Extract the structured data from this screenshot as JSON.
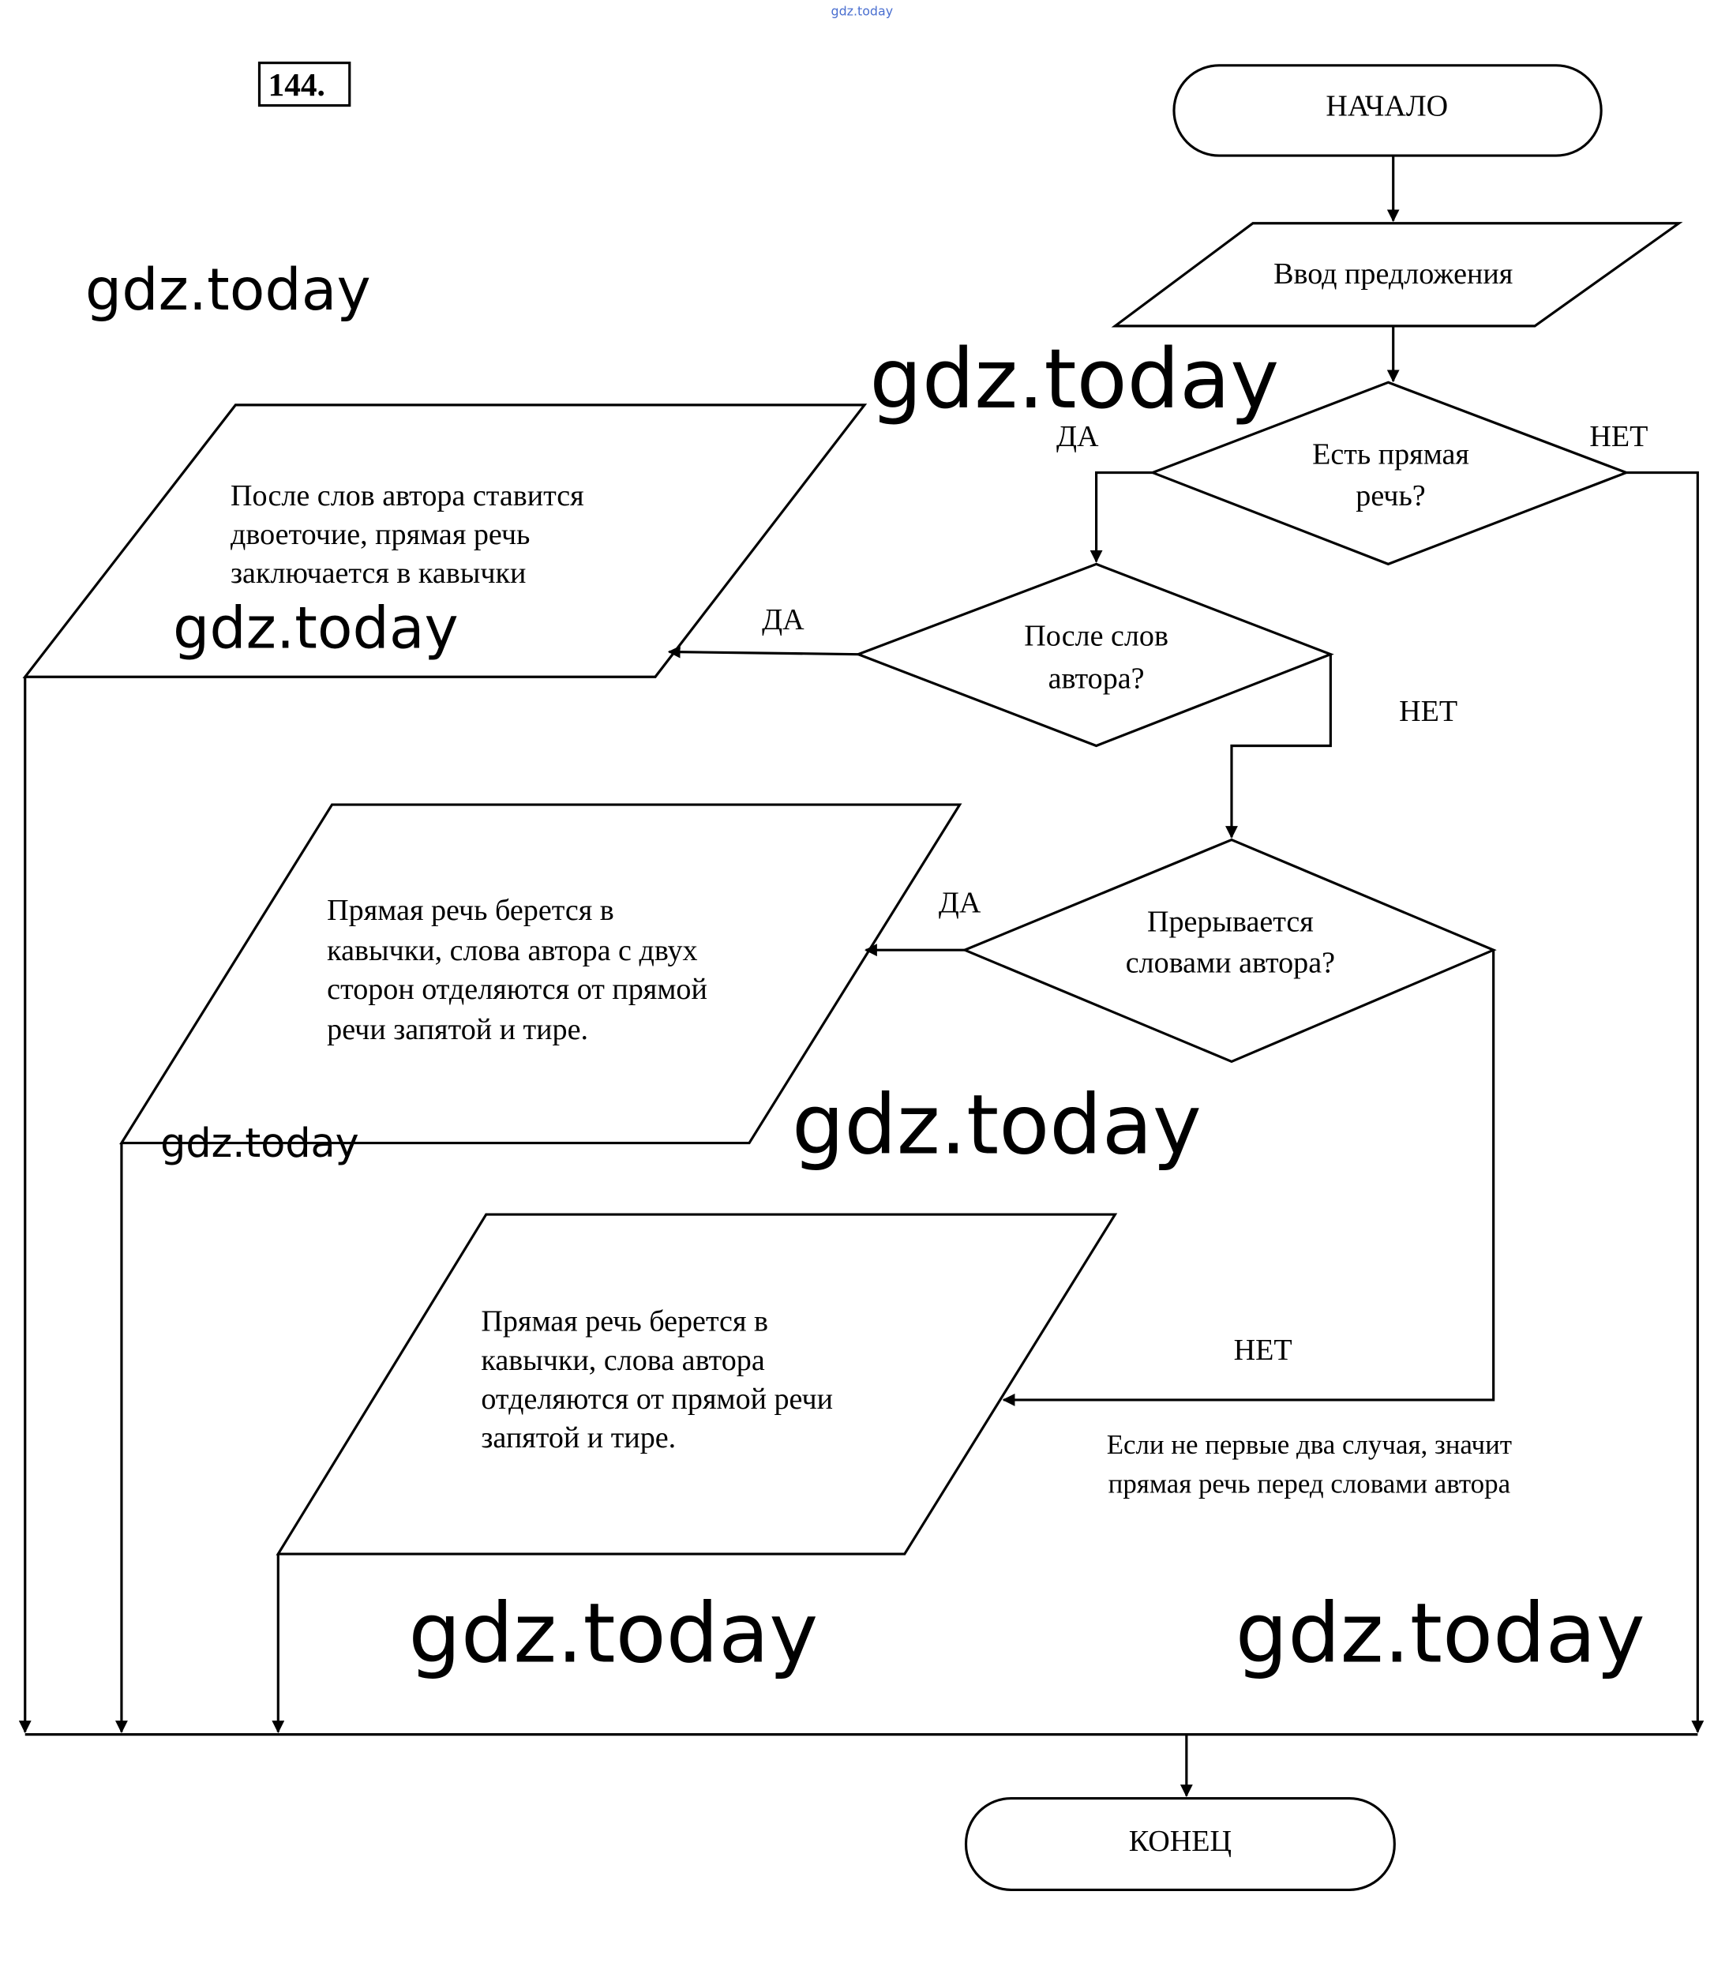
{
  "task_number": "144.",
  "top_watermark": "gdz.today",
  "watermark": "gdz.today",
  "start": "НАЧАЛО",
  "input": "Ввод предложения",
  "decision1": {
    "lines": [
      "Есть прямая",
      "речь?"
    ],
    "yes": "ДА",
    "no": "НЕТ"
  },
  "decision2": {
    "lines": [
      "После слов",
      "автора?"
    ],
    "yes": "ДА",
    "no": "НЕТ"
  },
  "decision3": {
    "lines": [
      "Прерывается",
      "словами автора?"
    ],
    "yes": "ДА",
    "no": "НЕТ"
  },
  "output1": {
    "lines": [
      "После слов автора ставится",
      "двоеточие, прямая речь",
      "заключается в кавычки"
    ]
  },
  "output2": {
    "lines": [
      "Прямая речь берется в",
      "кавычки, слова автора с двух",
      "сторон отделяются от прямой",
      "речи запятой и тире."
    ]
  },
  "output3": {
    "lines": [
      "Прямая речь берется в",
      "кавычки, слова автора",
      "отделяются от прямой речи",
      "запятой и тире."
    ]
  },
  "note": {
    "lines": [
      "Если не первые два случая, значит",
      "прямая речь перед словами автора"
    ]
  },
  "end": "КОНЕЦ"
}
